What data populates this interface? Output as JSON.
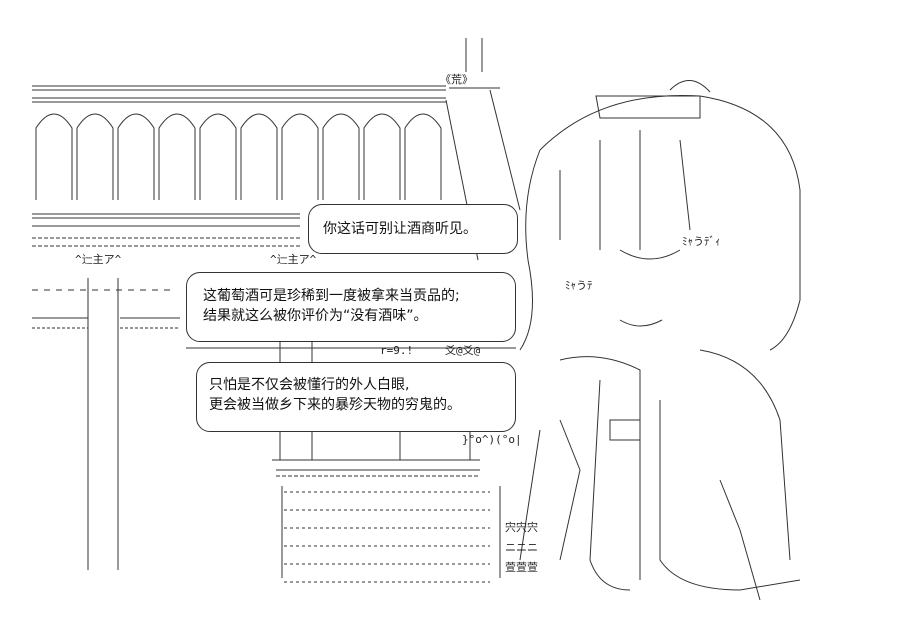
{
  "speech_bubbles": [
    {
      "lines": [
        "你这话可别让酒商听见。"
      ]
    },
    {
      "lines": [
        "这葡萄酒可是珍稀到一度被拿来当贡品的;",
        "结果就这么被你评价为“没有酒味”。"
      ]
    },
    {
      "lines": [
        "只怕是不仅会被懂行的外人白眼,",
        "更会被当做乡下来的暴殄天物的穷鬼的。"
      ]
    }
  ],
  "art_text": {
    "sign": "《荒》",
    "shelf_tag_left": "^辷主ア^",
    "shelf_tag_right": "^辷主ア^",
    "counter_marks": "爻@爻@",
    "ledger_mark": "r=9.!",
    "cup_marks": "}°o^)(°o|",
    "bottle_row_1": "宍宍宍",
    "bottle_row_2": "ニニニ",
    "bottle_row_3": "萱萱萱",
    "kana_1": "ﾐｬうﾃﾞｨ",
    "kana_2": "ﾐｬうﾃ"
  },
  "colors": {
    "ink": "#111111",
    "line": "#333333",
    "background": "#ffffff"
  }
}
